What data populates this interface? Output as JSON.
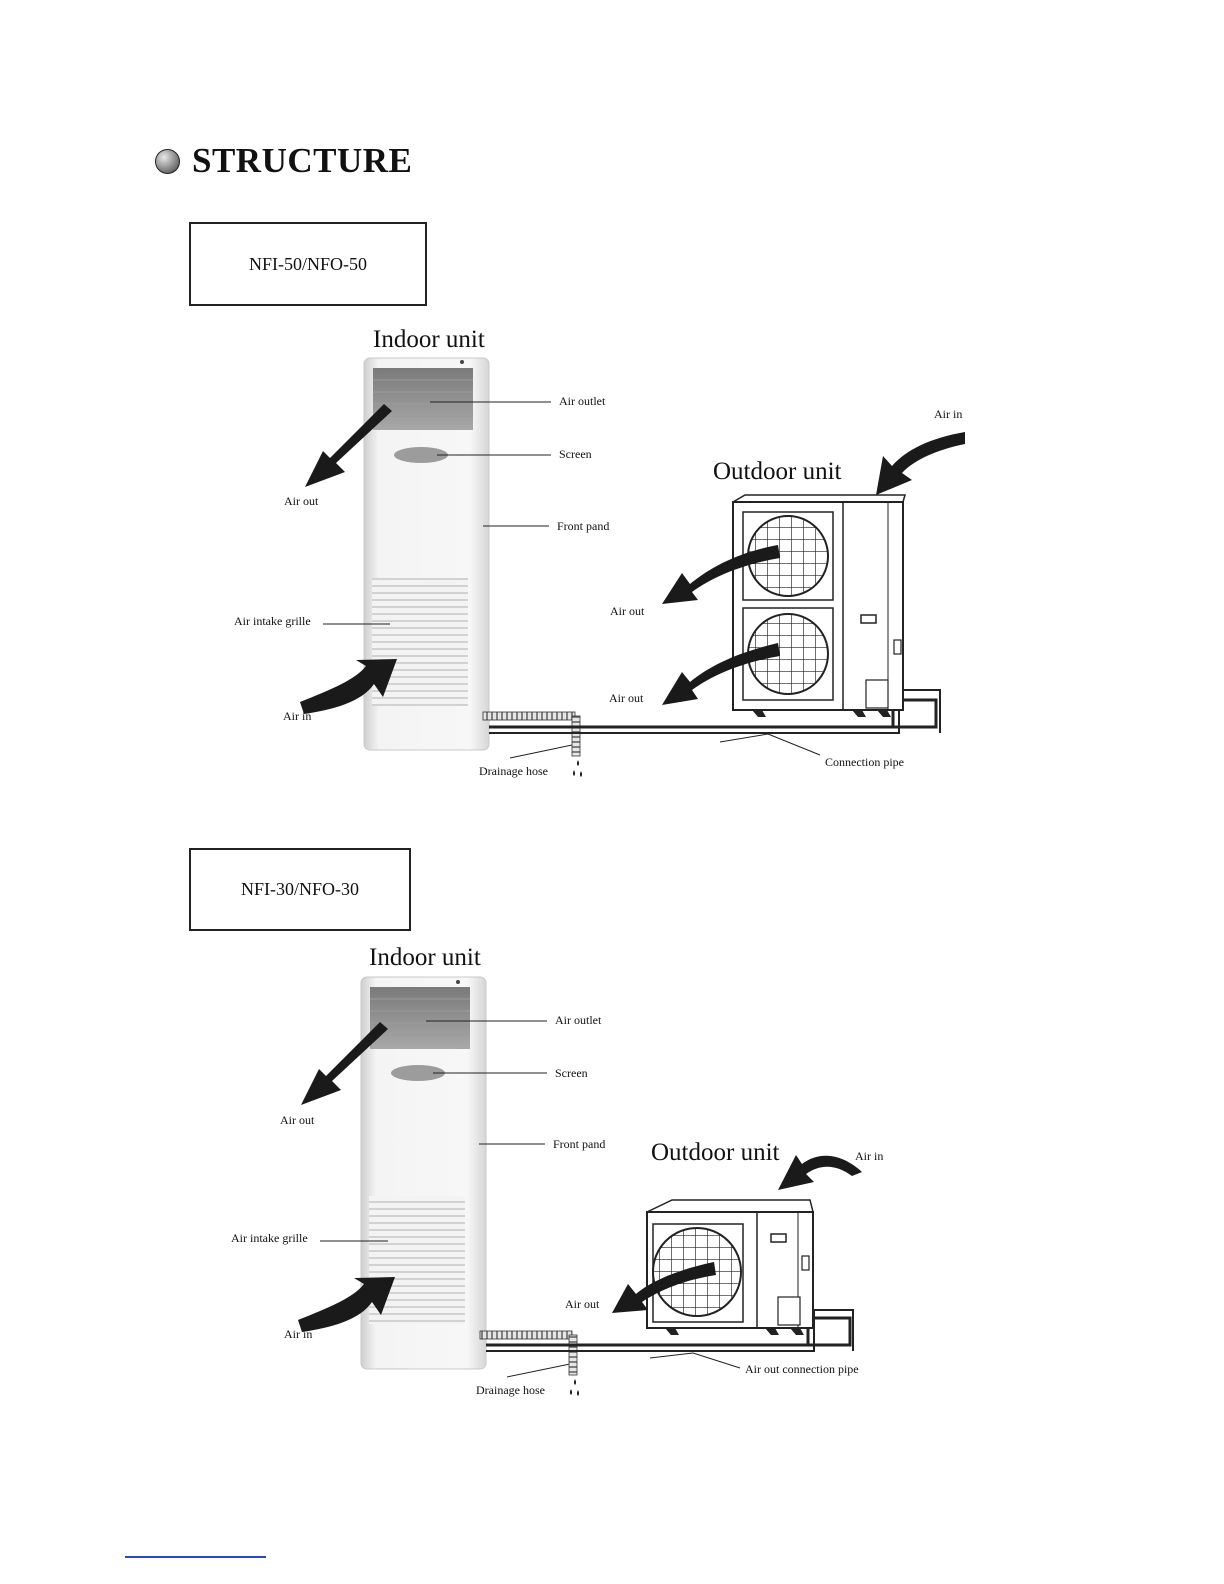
{
  "heading": {
    "title": "STRUCTURE"
  },
  "sections": [
    {
      "model": "NFI-50/NFO-50",
      "indoor_title": "Indoor unit",
      "outdoor_title": "Outdoor unit",
      "labels": {
        "air_outlet": "Air outlet",
        "screen": "Screen",
        "front_pand": "Front pand",
        "air_out_indoor": "Air out",
        "air_intake_grille": "Air intake grille",
        "air_in_indoor": "Air in",
        "drainage_hose": "Drainage hose",
        "air_in_outdoor": "Air in",
        "air_out_upper": "Air out",
        "air_out_lower": "Air out",
        "connection_pipe": "Connection pipe"
      }
    },
    {
      "model": "NFI-30/NFO-30",
      "indoor_title": "Indoor unit",
      "outdoor_title": "Outdoor unit",
      "labels": {
        "air_outlet": "Air outlet",
        "screen": "Screen",
        "front_pand": "Front pand",
        "air_out_indoor": "Air out",
        "air_intake_grille": "Air intake grille",
        "air_in_indoor": "Air in",
        "drainage_hose": "Drainage hose",
        "air_in_outdoor": "Air in",
        "air_out_outdoor": "Air out",
        "connection_pipe": "Air out connection pipe"
      }
    }
  ]
}
